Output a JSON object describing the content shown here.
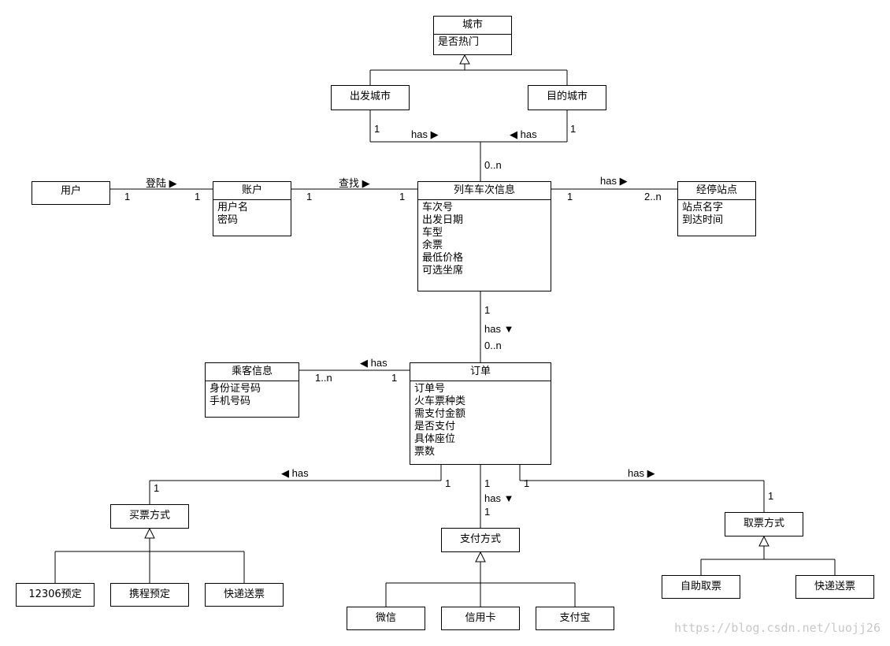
{
  "classes": {
    "city": {
      "name": "城市",
      "attrs": [
        "是否热门"
      ]
    },
    "depart_city": {
      "name": "出发城市"
    },
    "dest_city": {
      "name": "目的城市"
    },
    "user": {
      "name": "用户"
    },
    "account": {
      "name": "账户",
      "attrs": [
        "用户名",
        "密码"
      ]
    },
    "train": {
      "name": "列车车次信息",
      "attrs": [
        "车次号",
        "出发日期",
        "车型",
        "余票",
        "最低价格",
        "可选坐席"
      ]
    },
    "station": {
      "name": "经停站点",
      "attrs": [
        "站点名字",
        "到达时间"
      ]
    },
    "passenger": {
      "name": "乘客信息",
      "attrs": [
        "身份证号码",
        "手机号码"
      ]
    },
    "order": {
      "name": "订单",
      "attrs": [
        "订单号",
        "火车票种类",
        "需支付金额",
        "是否支付",
        "具体座位",
        "票数"
      ]
    },
    "buy_method": {
      "name": "买票方式"
    },
    "pay_method": {
      "name": "支付方式"
    },
    "pick_method": {
      "name": "取票方式"
    },
    "b12306": {
      "name": "12306预定"
    },
    "ctrip": {
      "name": "携程预定"
    },
    "express1": {
      "name": "快递送票"
    },
    "wechat": {
      "name": "微信"
    },
    "card": {
      "name": "信用卡"
    },
    "alipay": {
      "name": "支付宝"
    },
    "self_pick": {
      "name": "自助取票"
    },
    "express2": {
      "name": "快递送票"
    }
  },
  "labels": {
    "depart_has": "has ▶",
    "dest_has": "◀ has",
    "depart_mult": "1",
    "dest_mult": "1",
    "train_city_mult": "0..n",
    "login": "登陆 ▶",
    "login_m1": "1",
    "login_m2": "1",
    "search": "查找 ▶",
    "search_m1": "1",
    "search_m2": "1",
    "station_has": "has ▶",
    "station_m1": "1",
    "station_m2": "2..n",
    "order_train_m1": "1",
    "order_train_has": "has ▼",
    "order_train_m2": "0..n",
    "passenger_has": "◀ has",
    "passenger_m1": "1..n",
    "passenger_m2": "1",
    "buy_has": "◀ has",
    "buy_m1": "1",
    "buy_m2": "1",
    "pay_m1": "1",
    "pay_has": "has ▼",
    "pay_m2": "1",
    "pick_has": "has ▶",
    "pick_m1": "1",
    "pick_m2": "1"
  },
  "watermark": "https://blog.csdn.net/luojj26",
  "colors": {
    "line": "#000000",
    "background": "#ffffff",
    "watermark": "#c8c8c8"
  }
}
